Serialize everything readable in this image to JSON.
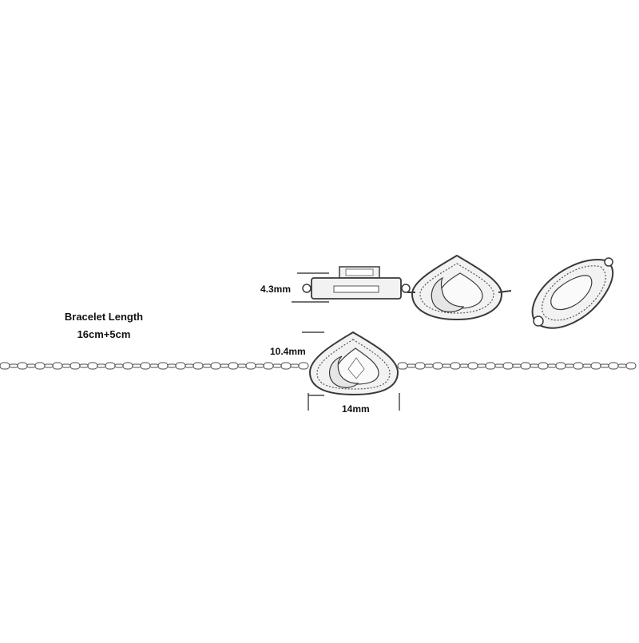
{
  "caption": {
    "title": "Bracelet Length",
    "length": "16cm+5cm"
  },
  "dimensions": {
    "thickness": "4.3mm",
    "height": "10.4mm",
    "width": "14mm"
  },
  "colors": {
    "background": "#ffffff",
    "outline": "#3a3a3a",
    "metal": "#f2f2f2",
    "text": "#111111"
  }
}
